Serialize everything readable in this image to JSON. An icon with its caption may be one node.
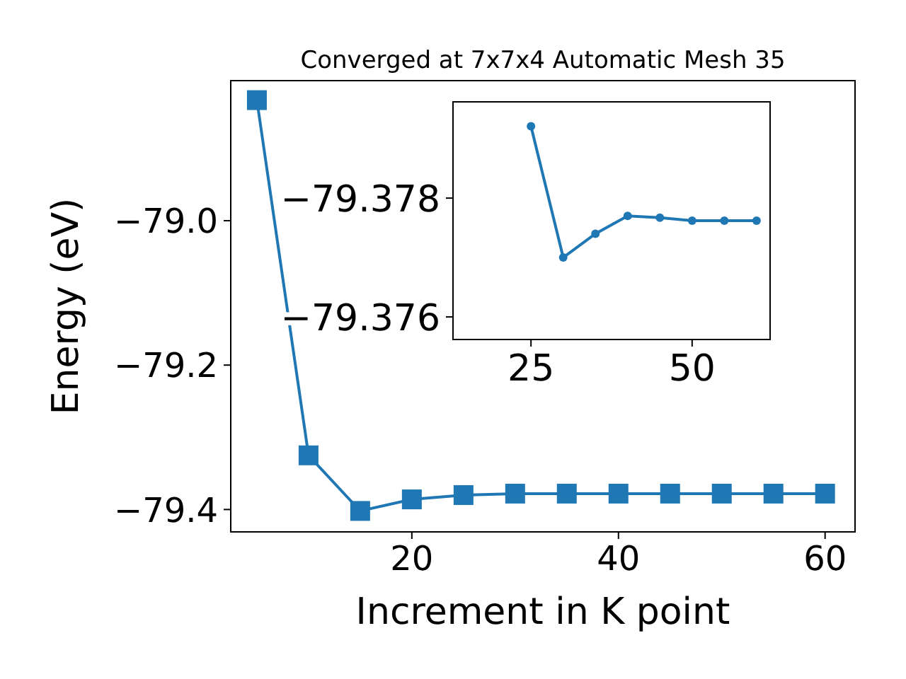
{
  "diagram": {
    "chart_data": [
      {
        "type": "line",
        "title": "Converged at 7x7x4 Automatic Mesh 35",
        "xlabel": "Increment in K point",
        "ylabel": "Energy (eV)",
        "x": [
          5,
          10,
          15,
          20,
          25,
          30,
          35,
          40,
          45,
          50,
          55,
          60
        ],
        "series": [
          {
            "color": "#1f77b4",
            "marker": "square",
            "values": [
              -78.833,
              -79.325,
              -79.402,
              -79.386,
              -79.38,
              -79.378,
              -79.378,
              -79.378,
              -79.378,
              -79.378,
              -79.378,
              -79.378
            ]
          }
        ],
        "xlim": [
          2.47,
          62.9
        ],
        "ylim": [
          -79.431,
          -78.806
        ],
        "xticks": [
          20,
          40,
          60
        ],
        "yticks": [
          {
            "value": -79.4,
            "label": "−79.4"
          },
          {
            "value": -79.2,
            "label": "−79.2"
          },
          {
            "value": -79.0,
            "label": "−79.0"
          }
        ]
      },
      {
        "type": "line",
        "x": [
          25,
          30,
          35,
          40,
          45,
          50,
          55,
          60
        ],
        "series": [
          {
            "color": "#1f77b4",
            "marker": "circle",
            "values": [
              -79.37921,
              -79.377,
              -79.3774,
              -79.3777,
              -79.37767,
              -79.37762,
              -79.37762,
              -79.37762
            ]
          }
        ],
        "xlim": [
          12.9,
          62.1
        ],
        "ylim": [
          -79.37562,
          -79.37962
        ],
        "xticks": [
          25,
          50
        ],
        "yticks": [
          {
            "value": -79.376,
            "label": "−79.376"
          },
          {
            "value": -79.378,
            "label": "−79.378"
          }
        ]
      }
    ]
  }
}
